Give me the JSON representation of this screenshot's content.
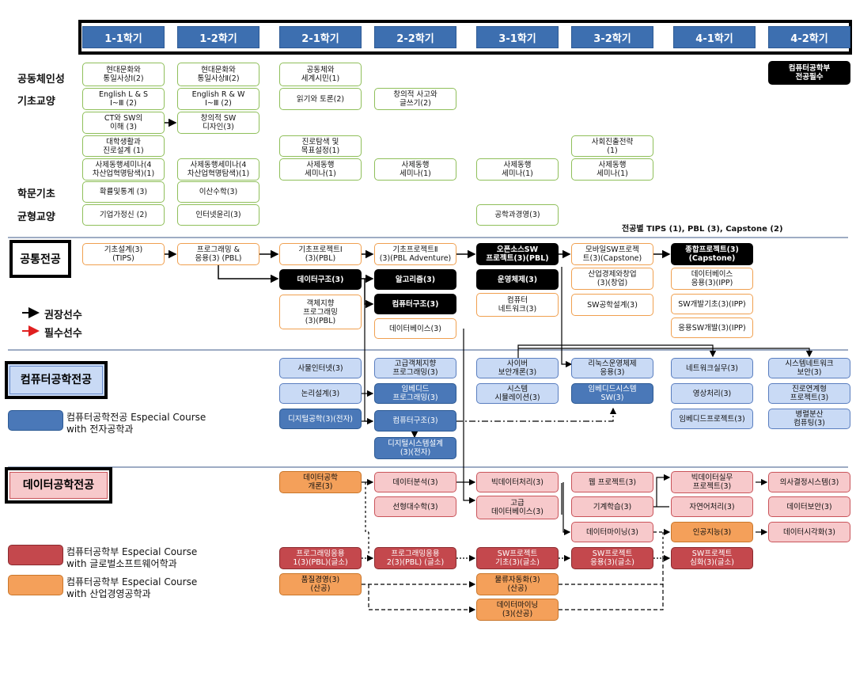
{
  "semesters": [
    "1-1학기",
    "1-2학기",
    "2-1학기",
    "2-2학기",
    "3-1학기",
    "3-2학기",
    "4-1학기",
    "4-2학기"
  ],
  "categories": [
    "공동체인성",
    "기초교양",
    "학문기초",
    "균형교양"
  ],
  "sections": {
    "common_major": "공통전공",
    "ce_major": "컴퓨터공학전공",
    "de_major": "데이터공학전공"
  },
  "project_note": "전공별 TIPS (1), PBL (3), Capstone (2)",
  "arrows_legend": {
    "recommended": "권장선수",
    "required": "필수선수"
  },
  "legend": {
    "ce_ece": "컴퓨터공학전공 Especial Course\nwith 전자공학과",
    "global_sw": "컴퓨터공학부 Especial Course\nwith 글로벌소프트웨어학과",
    "ie": "컴퓨터공학부 Especial Course\nwith 산업경영공학과"
  },
  "colors": {
    "semester_blue": "#3d6fb0",
    "liberal_green": "#8fbf5a",
    "major_orange": "#f0a050",
    "ce_light_blue": "#c9daf5",
    "ce_dark_blue": "#4a78b8",
    "de_pink": "#f7c9cb",
    "global_sw_red": "#c4484d",
    "ie_orange": "#f4a05a",
    "required_arrow": "#e02020"
  },
  "courses": {
    "g1": "현대문화와\n통일사상Ⅰ(2)",
    "g2": "현대문화와\n통일사상Ⅱ(2)",
    "g3": "공동체와\n세계시민(1)",
    "k_req": "컴퓨터공학부\n전공필수",
    "g4": "English L & S\nⅠ~Ⅲ (2)",
    "g5": "English R & W\nⅠ~Ⅲ (2)",
    "g6": "읽기와 토론(2)",
    "g7": "창의적 사고와\n글쓰기(2)",
    "g8": "CT와 SW의\n이해 (3)",
    "g9": "창의적 SW\n디자인(3)",
    "g10": "대학생활과\n진로설계 (1)",
    "g11": "진로탐색 및\n목표설정(1)",
    "g12": "사회진출전략\n(1)",
    "g13": "사제동행세미나(4\n차산업혁명탐색)(1)",
    "g14": "사제동행세미나(4\n차산업혁명탐색)(1)",
    "g15": "사제동행\n세미나(1)",
    "g16": "사제동행\n세미나(1)",
    "g17": "사제동행\n세미나(1)",
    "g18": "사제동행\n세미나(1)",
    "g19": "확률및통계 (3)",
    "g20": "이산수학(3)",
    "g21": "기업가정신 (2)",
    "g22": "인터넷윤리(3)",
    "g23": "공학과경영(3)",
    "c1": "기초설계(3)\n(TIPS)",
    "c2": "프로그래밍 &\n응용(3) (PBL)",
    "c3": "기초프로젝트Ⅰ\n(3)(PBL)",
    "c4": "기초프로젝트Ⅱ\n(3)(PBL Adventure)",
    "c5": "오픈소스SW\n프로젝트(3)(PBL)",
    "c6": "모바일SW프로젝\n트(3)(Capstone)",
    "c7": "종합프로젝트(3)\n(Capstone)",
    "c8": "데이터구조(3)",
    "c9": "알고리즘(3)",
    "c10": "운영체제(3)",
    "c11": "산업경제와창업\n(3)(창업)",
    "c12": "데이터베이스\n응용(3)(IPP)",
    "c13": "객체지향\n프로그래밍\n(3)(PBL)",
    "c14": "컴퓨터구조(3)",
    "c15": "컴퓨터\n네트워크(3)",
    "c16": "SW공학설계(3)",
    "c17": "SW개발기초(3)(IPP)",
    "c18": "데이터베이스(3)",
    "c19": "응용SW개발(3)(IPP)",
    "e1": "사물인터넷(3)",
    "e2": "고급객체지향\n프로그래밍(3)",
    "e3": "사이버\n보안개론(3)",
    "e4": "리눅스운영체제\n응용(3)",
    "e5": "네트워크실무(3)",
    "e6": "시스템네트워크\n보안(3)",
    "e7": "논리설계(3)",
    "e8": "임베디드\n프로그래밍(3)",
    "e9": "시스템\n시뮬레이션(3)",
    "e10": "임베디드시스템\nSW(3)",
    "e11": "영상처리(3)",
    "e12": "진로연계형\n프로젝트(3)",
    "e13": "디지털공학(3)(전자)",
    "e14": "컴퓨터구조(3)",
    "e15": "임베디드프로젝트(3)",
    "e16": "병렬분산\n컴퓨팅(3)",
    "e17": "디지털시스템설계\n(3)(전자)",
    "d1": "데이터공학\n개론(3)",
    "d2": "데이터분석(3)",
    "d3": "빅데이터처리(3)",
    "d4": "웹 프로젝트(3)",
    "d5": "빅데이터실무\n프로젝트(3)",
    "d6": "의사결정시스템(3)",
    "d7": "선형대수학(3)",
    "d8": "고급\n데이터베이스(3)",
    "d9": "기계학습(3)",
    "d10": "자연어처리(3)",
    "d11": "데이터보안(3)",
    "d12": "데이터마이닝(3)",
    "d13": "인공지능(3)",
    "d14": "데이터시각화(3)",
    "d15": "프로그래밍응용\n1(3)(PBL)(글소)",
    "d16": "프로그래밍응용\n2(3)(PBL) (글소)",
    "d17": "SW프로젝트\n기초(3)(글소)",
    "d18": "SW프로젝트\n응용(3)(글소)",
    "d19": "SW프로젝트\n심화(3)(글소)",
    "d20": "품질경영(3)\n(산공)",
    "d21": "물류자동화(3)\n(산공)",
    "d22": "데이터마이닝\n(3)(산공)"
  }
}
